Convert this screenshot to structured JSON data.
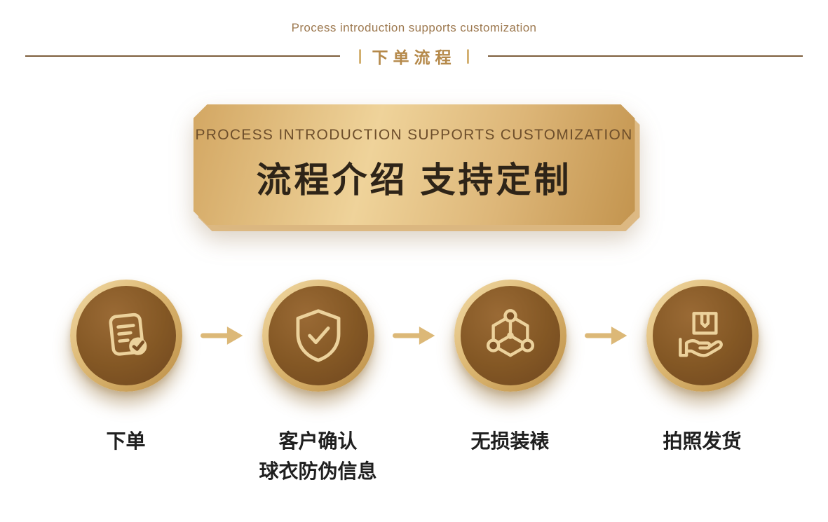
{
  "header": {
    "subtitle": "Process introduction supports customization",
    "separator": "|",
    "section_title": "下单流程"
  },
  "banner": {
    "title_en": "PROCESS INTRODUCTION SUPPORTS CUSTOMIZATION",
    "title_zh": "流程介绍 支持定制"
  },
  "steps": [
    {
      "icon": "order-form-icon",
      "lines": [
        "下单"
      ]
    },
    {
      "icon": "shield-check-icon",
      "lines": [
        "客户确认",
        "球衣防伪信息"
      ]
    },
    {
      "icon": "network-nodes-icon",
      "lines": [
        "无损装裱"
      ]
    },
    {
      "icon": "hand-box-icon",
      "lines": [
        "拍照发货"
      ]
    }
  ],
  "colors": {
    "gold_accent": "#c49a55",
    "banner_gradient_light": "#efd39a",
    "banner_gradient_dark": "#c3944e",
    "banner_text_dark": "#6d4e2b",
    "banner_title_dark": "#2e2418",
    "section_title_gold": "#b5894a",
    "subtitle_brown": "#9d7950",
    "divider_brown": "#7d5e3c",
    "circle_inner_brown": "#7b5024",
    "icon_stroke_gold": "#ecd29c",
    "arrow_gold": "#dcb877",
    "label_dark": "#1f1f1f"
  }
}
